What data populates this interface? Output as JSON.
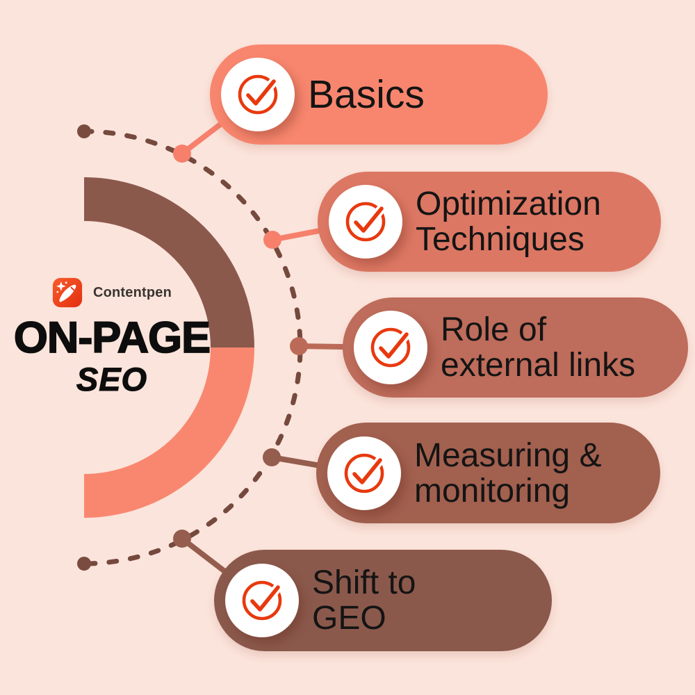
{
  "background_color": "#FBE4DB",
  "brand": {
    "name": "Contentpen",
    "logo_icon": "pen-sparkle-icon"
  },
  "title": {
    "line1": "ON-PAGE",
    "line2": "SEO"
  },
  "items": [
    {
      "label": "Basics",
      "lines": [
        "Basics",
        ""
      ],
      "color": "#F8866E"
    },
    {
      "label": "Optimization Techniques",
      "lines": [
        "Optimization",
        "Techniques"
      ],
      "color": "#DC7763"
    },
    {
      "label": "Role of external links",
      "lines": [
        "Role of",
        "external links"
      ],
      "color": "#BE6C5B"
    },
    {
      "label": "Measuring & monitoring",
      "lines": [
        "Measuring &",
        "monitoring"
      ],
      "color": "#A2604F"
    },
    {
      "label": "Shift to GEO",
      "lines": [
        "Shift to",
        "GEO"
      ],
      "color": "#8B594C"
    }
  ],
  "colors": {
    "accent": "#E8390E",
    "arc_top": "#8B594C",
    "arc_bottom": "#F9876F",
    "dashed_arc": "#75493D",
    "end_dot": "#7A4C3F",
    "connector_salmon": "#F6806C",
    "connector_mid": "#BC6A58",
    "connector_brown": "#945D4E",
    "logo_gradient_start": "#FA5B2C",
    "logo_gradient_end": "#E22F0F"
  }
}
